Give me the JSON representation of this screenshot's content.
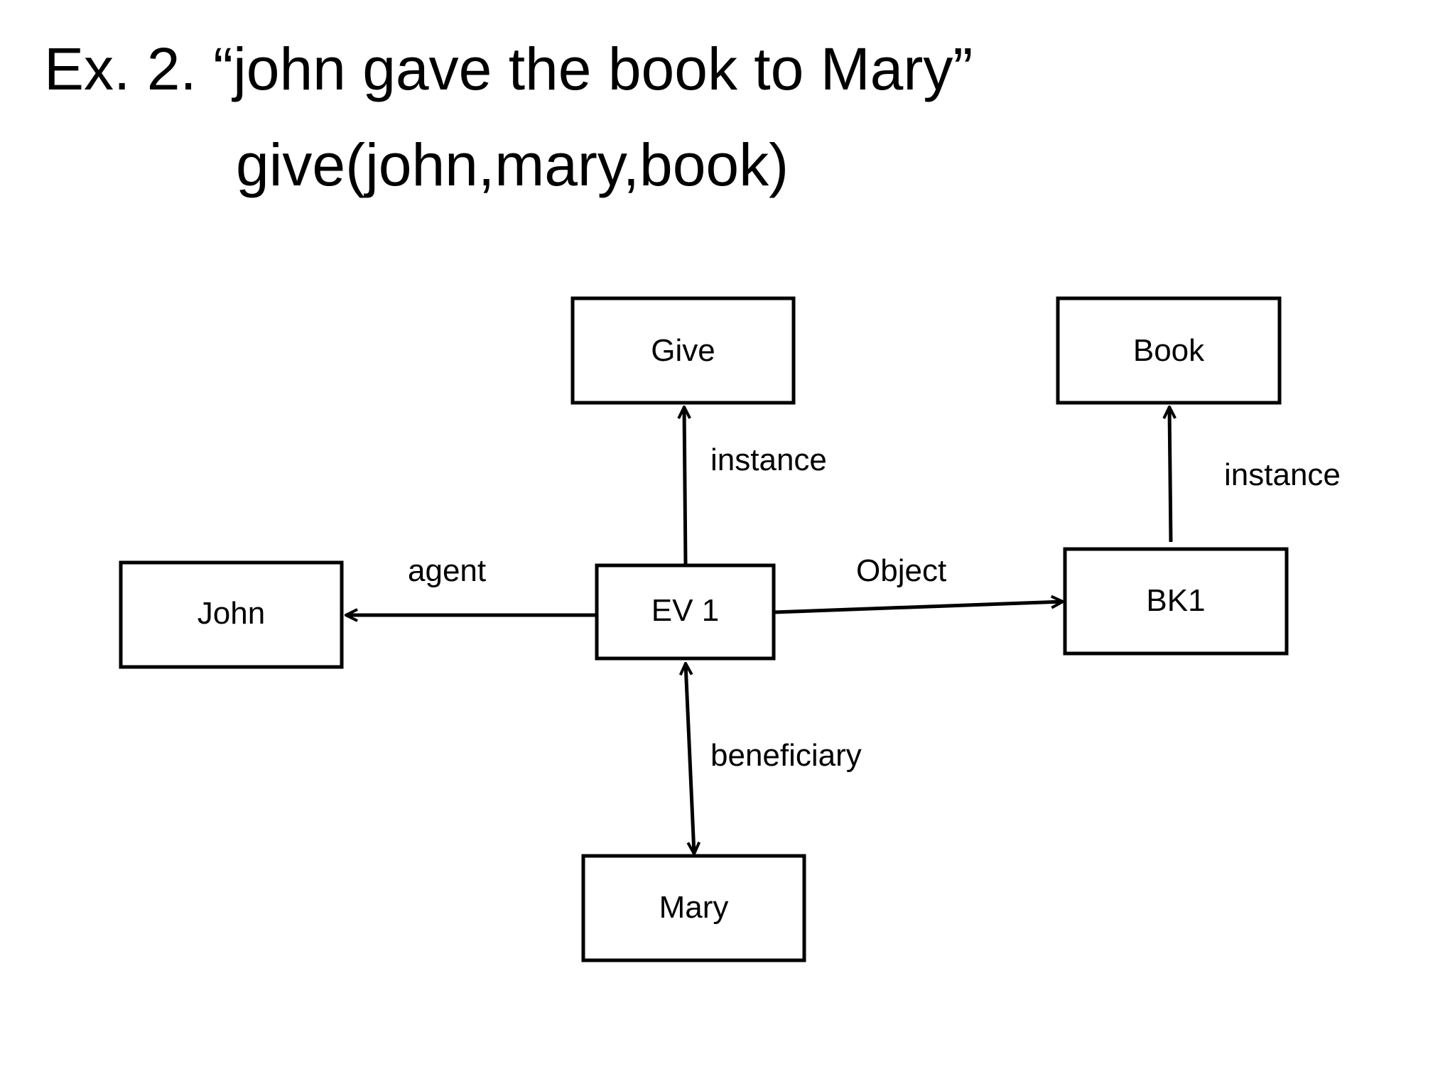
{
  "title": {
    "line1": "Ex. 2.  “john gave the book to Mary”",
    "line2": "give(john,mary,book)"
  },
  "nodes": {
    "give": "Give",
    "book": "Book",
    "john": "John",
    "ev1": "EV 1",
    "bk1": "BK1",
    "mary": "Mary"
  },
  "edges": {
    "ev1_give": "instance",
    "bk1_book": "instance",
    "ev1_john": "agent",
    "ev1_bk1": "Object",
    "ev1_mary": "beneficiary"
  },
  "colors": {
    "stroke": "#000000",
    "background": "#ffffff"
  }
}
